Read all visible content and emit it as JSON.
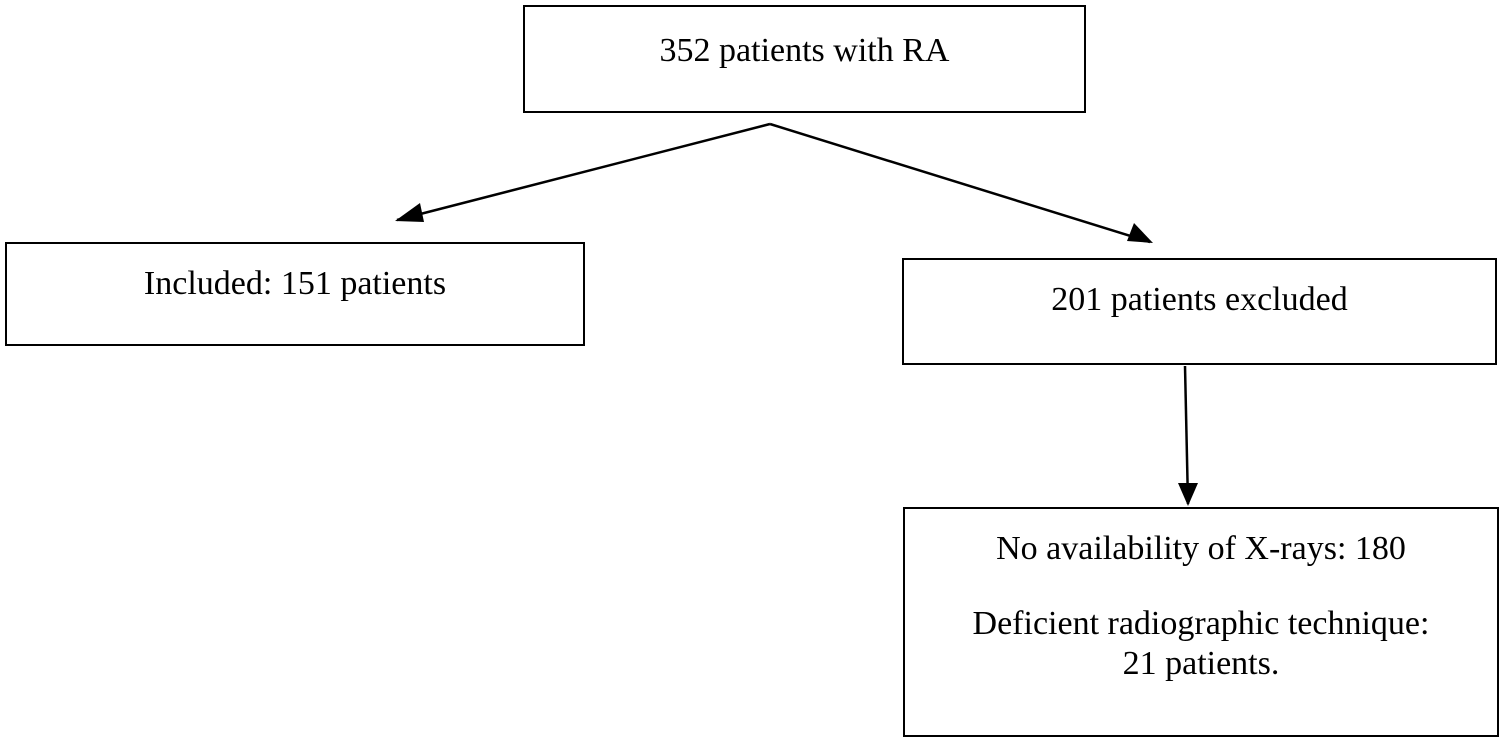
{
  "nodes": {
    "root": {
      "label": "352 patients with RA"
    },
    "included": {
      "label": "Included: 151 patients"
    },
    "excluded": {
      "label": "201 patients excluded"
    },
    "reasons": {
      "line1": "No availability of X-rays: 180",
      "line2": "Deficient radiographic technique:",
      "line3": "21 patients."
    }
  },
  "edges": [
    {
      "from": "root",
      "to": "included"
    },
    {
      "from": "root",
      "to": "excluded"
    },
    {
      "from": "excluded",
      "to": "reasons"
    }
  ],
  "colors": {
    "stroke": "#000000",
    "background": "#ffffff"
  }
}
